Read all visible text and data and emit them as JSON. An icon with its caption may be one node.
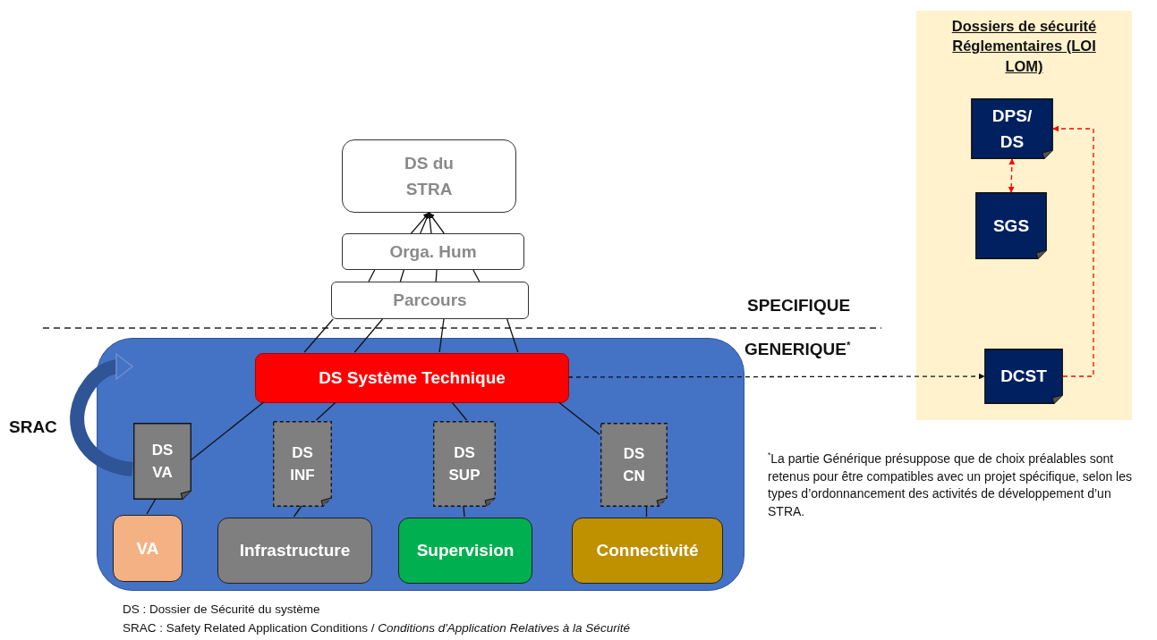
{
  "diagram": {
    "nodes": [
      {
        "text": [
          "DS du STRA"
        ]
      },
      {
        "text": [
          "Orga. Hum"
        ]
      },
      {
        "text": [
          "Parcours"
        ]
      },
      {
        "text": [],
        "shape": "box"
      },
      {
        "text": [
          "DS Système Technique"
        ],
        "in": 3
      },
      {
        "text": [
          "DS VA"
        ],
        "in": 3
      },
      {
        "text": [
          "DS INF"
        ],
        "in": 3
      },
      {
        "text": [
          "DS SUP"
        ],
        "in": 3
      },
      {
        "text": [
          "DS CN"
        ],
        "in": 3
      },
      {
        "text": [
          "VA"
        ],
        "in": 3
      },
      {
        "text": [
          "Infrastructure"
        ],
        "in": 3
      },
      {
        "text": [
          "Supervision"
        ],
        "in": 3
      },
      {
        "text": [
          "Connectivité"
        ],
        "in": 3
      },
      {
        "text": [
          "Dossiers de sécurité Réglementaires (LOI LOM)"
        ]
      },
      {
        "text": [
          "DPS/ DS"
        ],
        "in": 13
      },
      {
        "text": [
          "SGS"
        ],
        "in": 13
      },
      {
        "text": [
          "DCST"
        ],
        "in": 13
      }
    ],
    "edges": [
      {
        "from": 4,
        "to": 2,
        "arrow": "none"
      },
      {
        "from": 4,
        "to": 2,
        "arrow": "none"
      },
      {
        "from": 4,
        "to": 2,
        "arrow": "none"
      },
      {
        "from": 4,
        "to": 2,
        "arrow": "none"
      },
      {
        "from": 2,
        "to": 1,
        "arrow": "none"
      },
      {
        "from": 2,
        "to": 1,
        "arrow": "none"
      },
      {
        "from": 2,
        "to": 1,
        "arrow": "none"
      },
      {
        "from": 2,
        "to": 1,
        "arrow": "none"
      },
      {
        "from": 1,
        "to": 0,
        "arrow": "to"
      },
      {
        "from": 1,
        "to": 0,
        "arrow": "to"
      },
      {
        "from": 1,
        "to": 0,
        "arrow": "to"
      },
      {
        "from": 1,
        "to": 0,
        "arrow": "to"
      },
      {
        "from": 4,
        "to": 5,
        "arrow": "none"
      },
      {
        "from": 4,
        "to": 6,
        "arrow": "none"
      },
      {
        "from": 4,
        "to": 7,
        "arrow": "none"
      },
      {
        "from": 4,
        "to": 8,
        "arrow": "none"
      },
      {
        "from": 5,
        "to": 9,
        "arrow": "none"
      },
      {
        "from": 6,
        "to": 10,
        "arrow": "none"
      },
      {
        "from": 7,
        "to": 11,
        "arrow": "none"
      },
      {
        "from": 8,
        "to": 12,
        "arrow": "none"
      },
      {
        "from": 4,
        "to": 16,
        "arrow": "to",
        "style": "dashed"
      },
      {
        "from": 14,
        "to": 15,
        "arrow": "both",
        "style": "dashed",
        "color": "#ff0000"
      },
      {
        "from": 16,
        "to": 14,
        "arrow": "to",
        "style": "dashed",
        "color": "#ff0000"
      }
    ],
    "labels": [
      "SPECIFIQUE",
      "GENERIQUE$^{*}$",
      "SRAC",
      "$^{*}$La partie Générique présuppose que de choix préalables sont retenus pour être compatibles avec un projet spécifique, selon les types d’ordonnancement des activités de développement d’un STRA.",
      "DS : Dossier de Sécurité du système",
      "SRAC : Safety Related Application Conditions / *Conditions d'Application Relatives à la Sécurité*"
    ]
  }
}
